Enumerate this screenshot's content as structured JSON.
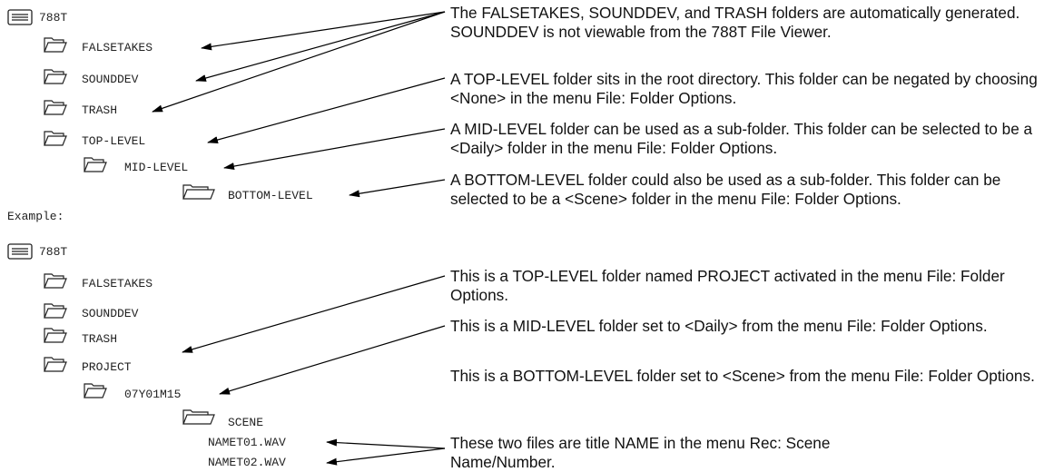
{
  "tree_top": {
    "root": "788T",
    "items": [
      "FALSETAKES",
      "SOUNDDEV",
      "TRASH",
      "TOP-LEVEL",
      "MID-LEVEL",
      "BOTTOM-LEVEL"
    ]
  },
  "example_label": "Example:",
  "tree_example": {
    "root": "788T",
    "items": [
      "FALSETAKES",
      "SOUNDDEV",
      "TRASH",
      "PROJECT",
      "07Y01M15",
      "SCENE"
    ],
    "files": [
      "NAMET01.WAV",
      "NAMET02.WAV"
    ]
  },
  "notes": [
    "The FALSETAKES, SOUNDDEV, and TRASH folders are automatically generated. SOUNDDEV is not viewable from the 788T File Viewer.",
    "A TOP-LEVEL folder sits in the root directory. This folder can be negated by choosing <None> in the menu File: Folder Options.",
    "A MID-LEVEL folder can be used as a sub-folder. This folder can be selected to be a <Daily> folder in the menu File: Folder Options.",
    "A BOTTOM-LEVEL folder could also be used as a sub-folder. This folder can be selected to be a <Scene> folder in the menu File: Folder Options.",
    "This is a TOP-LEVEL folder named PROJECT activated in the menu File: Folder Options.",
    "This is a MID-LEVEL folder set to <Daily> from the menu File: Folder Options.",
    "This is a BOTTOM-LEVEL folder set to <Scene> from the menu File: Folder Options.",
    "These two files are title NAME in the menu Rec: Scene Name/Number."
  ]
}
